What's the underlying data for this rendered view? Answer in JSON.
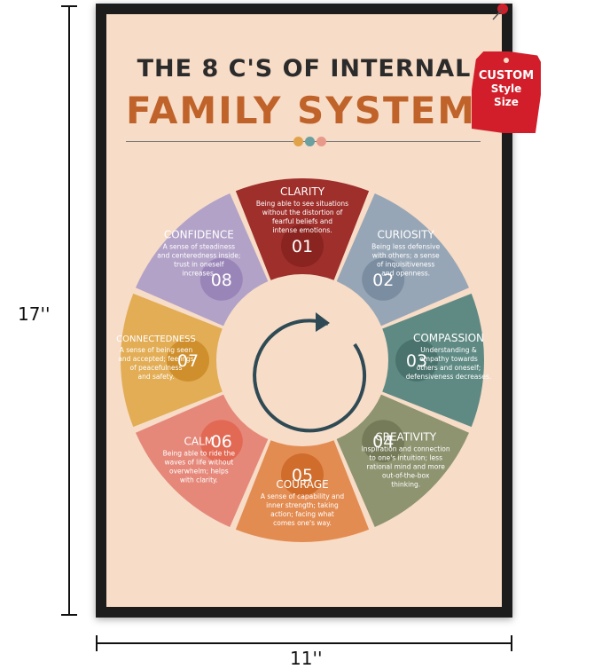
{
  "dimensions": {
    "height_label": "17''",
    "width_label": "11''"
  },
  "tag": {
    "line1": "CUSTOM",
    "line2": "Style",
    "line3": "Size",
    "color": "#d21e2a"
  },
  "poster": {
    "title_line1": "THE 8 C'S OF INTERNAL",
    "title_line2": "FAMILY SYSTEMS",
    "dot_colors": [
      "#e0a34a",
      "#6aa0a0",
      "#e89a8a"
    ]
  },
  "segments": [
    {
      "number": "01",
      "title": "CLARITY",
      "color": "#9e2f2b",
      "num_color": "#8a2420",
      "desc": [
        "Being able to see situations",
        "without the distortion of",
        "fearful beliefs and",
        "intense emotions."
      ]
    },
    {
      "number": "02",
      "title": "CURIOSITY",
      "color": "#97a6b6",
      "num_color": "#7b8da1",
      "desc": [
        "Being less defensive",
        "with others; a sense",
        "of inquisitiveness",
        "and openness."
      ]
    },
    {
      "number": "03",
      "title": "COMPASSION",
      "color": "#5f8a84",
      "num_color": "#4a736d",
      "desc": [
        "Understanding &",
        "empathy towards",
        "others and oneself;",
        "defensiveness decreases."
      ]
    },
    {
      "number": "04",
      "title": "CREATIVITY",
      "color": "#8e9470",
      "num_color": "#757b58",
      "desc": [
        "Inspiration and connection",
        "to one's intuition; less",
        "rational mind and more",
        "out-of-the-box",
        "thinking."
      ]
    },
    {
      "number": "05",
      "title": "COURAGE",
      "color": "#e38c52",
      "num_color": "#d06d2c",
      "desc": [
        "A sense of capability and",
        "inner strength; taking",
        "action; facing what",
        "comes one's way."
      ]
    },
    {
      "number": "06",
      "title": "CALM",
      "color": "#e5887a",
      "num_color": "#e26a55",
      "desc": [
        "Being able to ride the",
        "waves of life without",
        "overwhelm; helps",
        "with clarity."
      ]
    },
    {
      "number": "07",
      "title": "CONNECTEDNESS",
      "color": "#e2ad55",
      "num_color": "#cf8f2c",
      "desc": [
        "A sense of being seen",
        "and accepted; feelings",
        "of peacefulness",
        "and safety."
      ]
    },
    {
      "number": "08",
      "title": "CONFIDENCE",
      "color": "#b2a2c8",
      "num_color": "#9a85b8",
      "desc": [
        "A sense of steadiness",
        "and centeredness inside;",
        "trust in oneself",
        "increases."
      ]
    }
  ]
}
